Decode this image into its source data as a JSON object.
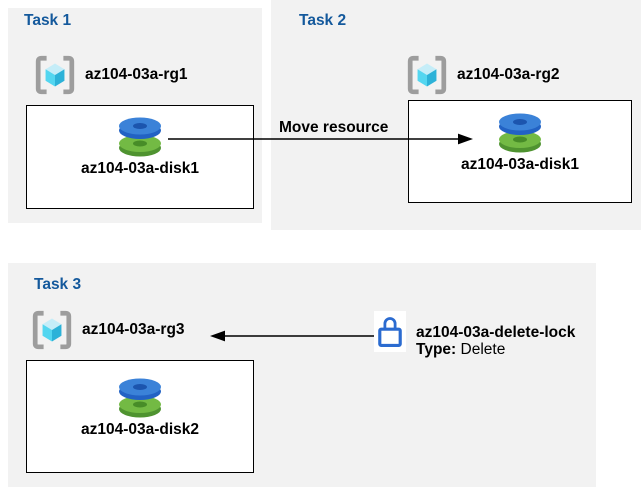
{
  "colors": {
    "panel_bg": "#f2f2f2",
    "task_title_blue": "#14599c",
    "lock_blue": "#2b6bd0",
    "arrow_black": "#000000",
    "disk_top_blue": "#3b82d8",
    "disk_bottom_green": "#73ba44",
    "cube_cyan_light": "#c5edf8",
    "cube_cyan": "#53d6f0",
    "cube_cyan_dark": "#2cb2d8",
    "bracket_gray": "#9d9d9d"
  },
  "tasks": [
    {
      "title": "Task 1",
      "resource_group": "az104-03a-rg1",
      "disk": "az104-03a-disk1"
    },
    {
      "title": "Task 2",
      "resource_group": "az104-03a-rg2",
      "disk": "az104-03a-disk1"
    },
    {
      "title": "Task 3",
      "resource_group": "az104-03a-rg3",
      "disk": "az104-03a-disk2"
    }
  ],
  "move_arrow_label": "Move resource",
  "lock": {
    "name": "az104-03a-delete-lock",
    "type_label": "Type:",
    "type_value": "Delete"
  }
}
